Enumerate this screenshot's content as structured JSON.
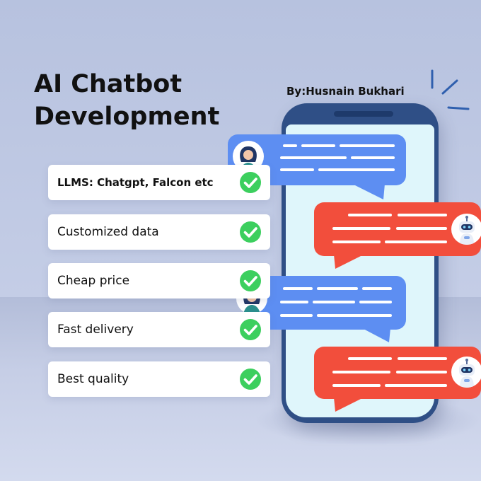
{
  "title": "AI Chatbot\nDevelopment",
  "author": "By:Husnain Bukhari",
  "features": [
    {
      "label": "LLMS: Chatgpt, Falcon etc"
    },
    {
      "label": "Customized data"
    },
    {
      "label": "Cheap price"
    },
    {
      "label": "Fast delivery"
    },
    {
      "label": "Best quality"
    }
  ],
  "colors": {
    "user_bubble": "#5d8ef2",
    "bot_bubble": "#f24e3c",
    "phone_frame": "#2f4f86",
    "phone_screen": "#dff6fb",
    "check": "#3ccf5e"
  },
  "icons": {
    "check": "check-circle-icon",
    "user": "woman-avatar-icon",
    "bot": "robot-avatar-icon"
  }
}
